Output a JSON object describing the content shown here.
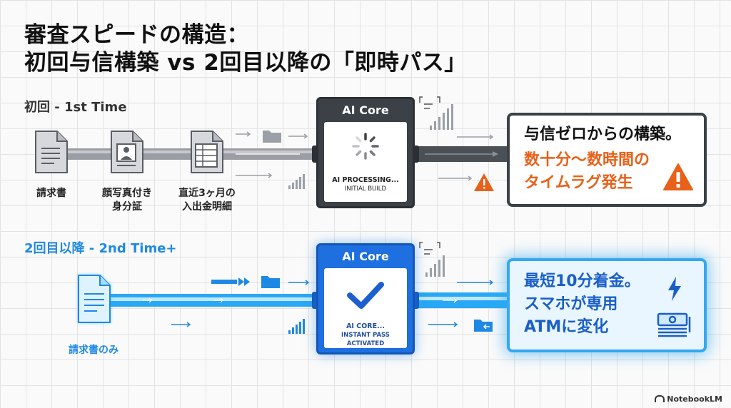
{
  "title": {
    "line1": "審査スピードの構造：",
    "line2": "初回与信構築 vs 2回目以降の「即時パス」"
  },
  "row1": {
    "label": "初回 - 1st Time",
    "documents": [
      {
        "label": "請求書",
        "icon": "document-icon"
      },
      {
        "label_line1": "顔写真付き",
        "label_line2": "身分証",
        "icon": "id-card-icon"
      },
      {
        "label_line1": "直近3ヶ月の",
        "label_line2": "入出金明細",
        "icon": "statement-icon"
      }
    ],
    "core": {
      "title": "AI Core",
      "status_line1": "AI PROCESSING...",
      "status_line2": "INITIAL BUILD",
      "icon": "spinner-icon"
    },
    "result": {
      "line1": "与信ゼロからの構築。",
      "line2": "数十分〜数時間の",
      "line3": "タイムラグ発生",
      "icon": "warning-icon"
    }
  },
  "row2": {
    "label": "2回目以降 - 2nd Time+",
    "documents": [
      {
        "label": "請求書のみ",
        "icon": "document-icon"
      }
    ],
    "core": {
      "title": "AI Core",
      "status_line1": "AI CORE...",
      "status_line2": "INSTANT PASS ACTIVATED",
      "icon": "checkmark-icon"
    },
    "result": {
      "line1": "最短10分着金。",
      "line2": "スマホが専用",
      "line3": "ATMに変化",
      "icons": [
        "lightning-icon",
        "money-stack-icon"
      ]
    }
  },
  "footer": {
    "brand": "NotebookLM"
  },
  "colors": {
    "dark": "#3c4047",
    "blue": "#1e88e5",
    "orange": "#e8611a",
    "glow": "#34a8f0"
  }
}
